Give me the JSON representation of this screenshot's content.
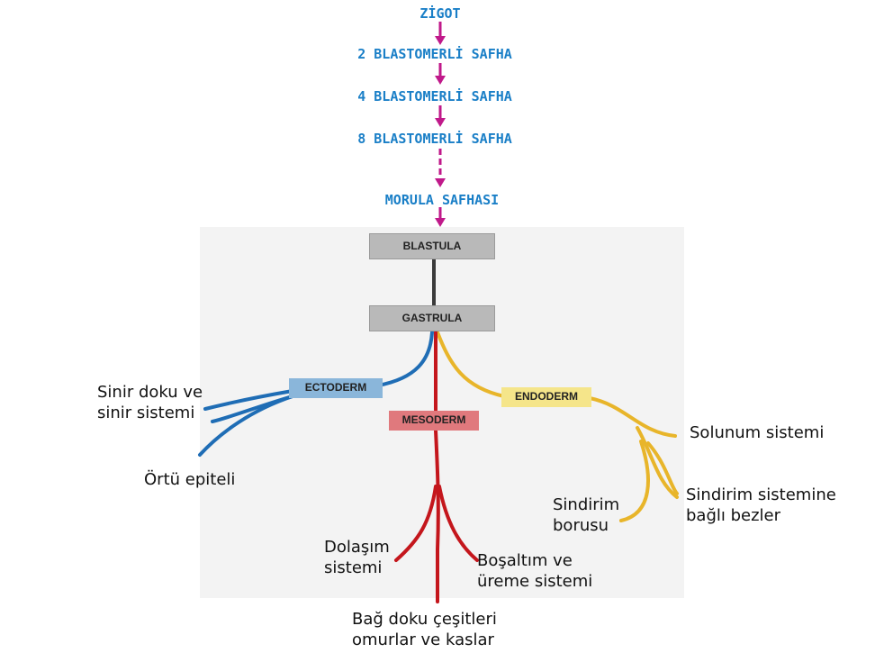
{
  "stages": [
    "ZİGOT",
    "2 BLASTOMERLİ SAFHA",
    "4 BLASTOMERLİ SAFHA",
    "8 BLASTOMERLİ SAFHA",
    "MORULA SAFHASI"
  ],
  "boxes": {
    "blastula": "BLASTULA",
    "gastrula": "GASTRULA",
    "ectoderm": "ECTODERM",
    "mesoderm": "MESODERM",
    "endoderm": "ENDODERM"
  },
  "ectoderm_outputs": {
    "nervous": "Sinir doku ve\nsinir sistemi",
    "epithelium": "Örtü epiteli"
  },
  "mesoderm_outputs": {
    "circulatory": "Dolaşım\nsistemi",
    "excretory": "Boşaltım ve\nüreme sistemi",
    "connective": "Bağ doku çeşitleri\nomurlar ve kaslar"
  },
  "endoderm_outputs": {
    "respiratory": "Solunum sistemi",
    "glands": "Sindirim sistemine\nbağlı bezler",
    "digestive_tube": "Sindirim\nborusu"
  },
  "colors": {
    "stage_text": "#1a7fc7",
    "arrow": "#c0198a",
    "ectoderm": "#1f6db5",
    "mesoderm": "#c4161c",
    "endoderm": "#e8b52a",
    "stem": "#3a3a3a"
  }
}
